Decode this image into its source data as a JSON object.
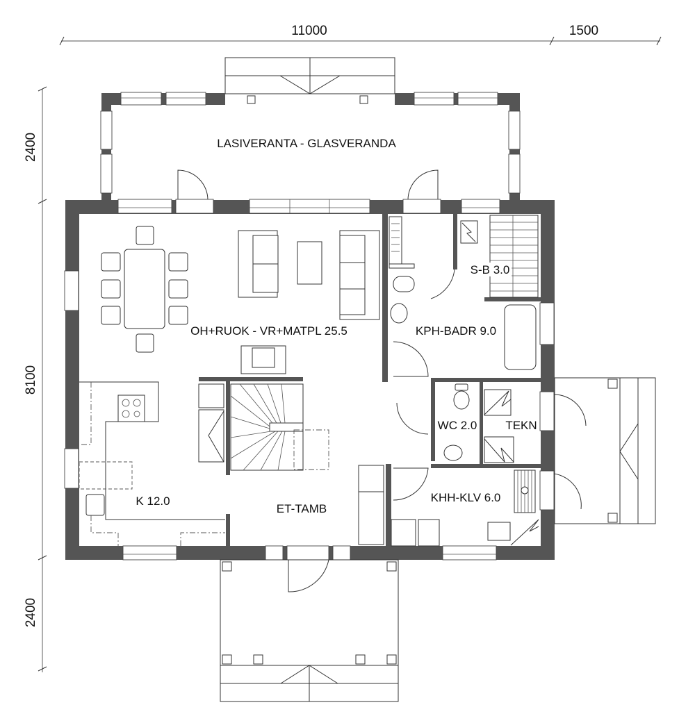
{
  "dimensions": {
    "top_main": "11000",
    "top_side": "1500",
    "left_top": "2400",
    "left_middle": "8100",
    "left_bottom": "2400"
  },
  "rooms": {
    "glass_veranda": "LASIVERANTA - GLASVERANDA",
    "living_dining": "OH+RUOK - VR+MATPL 25.5",
    "kitchen": "K 12.0",
    "entrance": "ET-TAMB",
    "bathroom": "KPH-BADR 9.0",
    "sauna": "S-B 3.0",
    "wc": "WC 2.0",
    "technical": "TEKN",
    "utility": "KHH-KLV 6.0"
  },
  "colors": {
    "wall": "#555555",
    "line": "#333333",
    "background": "#ffffff"
  }
}
